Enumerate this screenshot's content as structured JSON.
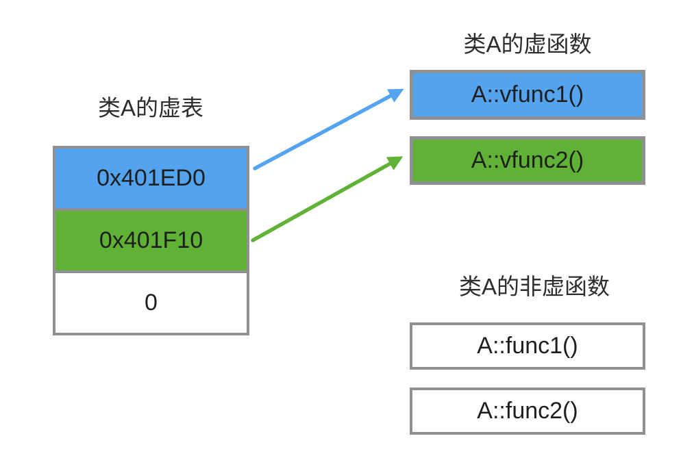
{
  "vtable": {
    "title": "类A的虚表",
    "rows": [
      {
        "label": "0x401ED0",
        "color": "#54a3ee"
      },
      {
        "label": "0x401F10",
        "color": "#5fb236"
      },
      {
        "label": "0",
        "color": "#ffffff"
      }
    ]
  },
  "virtual_functions": {
    "title": "类A的虚函数",
    "items": [
      {
        "label": "A::vfunc1()",
        "color": "#54a3ee"
      },
      {
        "label": "A::vfunc2()",
        "color": "#5fb236"
      }
    ]
  },
  "non_virtual_functions": {
    "title": "类A的非虚函数",
    "items": [
      {
        "label": "A::func1()",
        "color": "#ffffff"
      },
      {
        "label": "A::func2()",
        "color": "#ffffff"
      }
    ]
  },
  "arrows": [
    {
      "name": "slot1-to-vfunc1",
      "color": "#54a3ee"
    },
    {
      "name": "slot2-to-vfunc2",
      "color": "#5fb236"
    }
  ],
  "colors": {
    "blue": "#54a3ee",
    "green": "#5fb236",
    "border_gray": "#8e9093",
    "text": "#2d2d2d"
  }
}
